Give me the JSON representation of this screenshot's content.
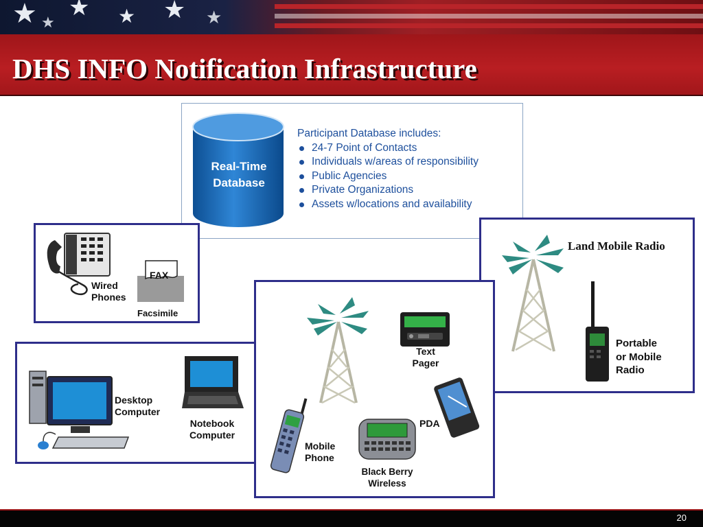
{
  "header": {
    "title": "DHS INFO Notification Infrastructure"
  },
  "database": {
    "label_line1": "Real-Time",
    "label_line2": "Database",
    "heading": "Participant Database includes:",
    "items": [
      "24-7 Point of Contacts",
      "Individuals w/areas of responsibility",
      "Public Agencies",
      "Private Organizations",
      "Assets w/locations and availability"
    ]
  },
  "phones_panel": {
    "wired_line1": "Wired",
    "wired_line2": "Phones",
    "fax_text": "FAX",
    "facsimile": "Facsimile"
  },
  "computer_panel": {
    "desktop_line1": "Desktop",
    "desktop_line2": "Computer",
    "notebook_line1": "Notebook",
    "notebook_line2": "Computer"
  },
  "wireless_panel": {
    "pager_line1": "Text",
    "pager_line2": "Pager",
    "pda": "PDA",
    "mobile_line1": "Mobile",
    "mobile_line2": "Phone",
    "blackberry_line1": "Black Berry",
    "blackberry_line2": "Wireless"
  },
  "radio_panel": {
    "title": "Land Mobile Radio",
    "portable_line1": "Portable",
    "portable_line2": "or Mobile",
    "portable_line3": "Radio"
  },
  "footer": {
    "page_number": "20"
  },
  "colors": {
    "header_red": "#b01b1f",
    "panel_border": "#2e2e8a",
    "db_text": "#1d4f9c",
    "db_blue": "#1f6fbf"
  }
}
